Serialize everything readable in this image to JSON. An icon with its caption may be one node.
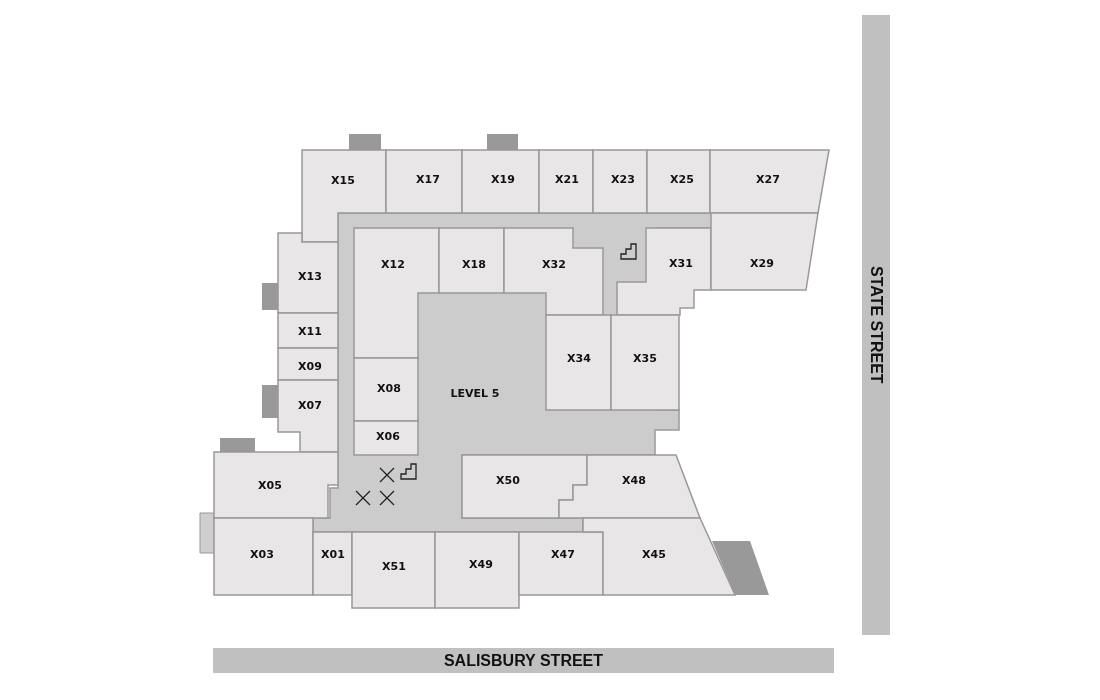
{
  "diagram": {
    "nodes": [
      {
        "text": [
          "X15"
        ]
      },
      {
        "text": [
          "X17"
        ]
      },
      {
        "text": [
          "X19"
        ]
      },
      {
        "text": [
          "X21"
        ]
      },
      {
        "text": [
          "X23"
        ]
      },
      {
        "text": [
          "X25"
        ]
      },
      {
        "text": [
          "X27"
        ]
      },
      {
        "text": [
          "X13"
        ]
      },
      {
        "text": [
          "X12"
        ]
      },
      {
        "text": [
          "X18"
        ]
      },
      {
        "text": [
          "X32"
        ]
      },
      {
        "text": [
          "X31"
        ]
      },
      {
        "text": [
          "X29"
        ]
      },
      {
        "text": [
          "X11"
        ]
      },
      {
        "text": [
          "X34"
        ]
      },
      {
        "text": [
          "X35"
        ]
      },
      {
        "text": [
          "X09"
        ]
      },
      {
        "text": [
          "X08"
        ]
      },
      {
        "text": [
          "X07"
        ]
      },
      {
        "text": [
          "X06"
        ]
      },
      {
        "text": [
          "X05"
        ]
      },
      {
        "text": [
          "X50"
        ]
      },
      {
        "text": [
          "X48"
        ]
      },
      {
        "text": [
          "X03"
        ]
      },
      {
        "text": [
          "X01"
        ]
      },
      {
        "text": [
          "X51"
        ]
      },
      {
        "text": [
          "X49"
        ]
      },
      {
        "text": [
          "X47"
        ]
      },
      {
        "text": [
          "X45"
        ]
      },
      {
        "text": [
          "STATE STREET"
        ]
      },
      {
        "text": [
          "SALISBURY STREET"
        ]
      }
    ],
    "edges": [],
    "labels": [
      "LEVEL 5"
    ]
  }
}
